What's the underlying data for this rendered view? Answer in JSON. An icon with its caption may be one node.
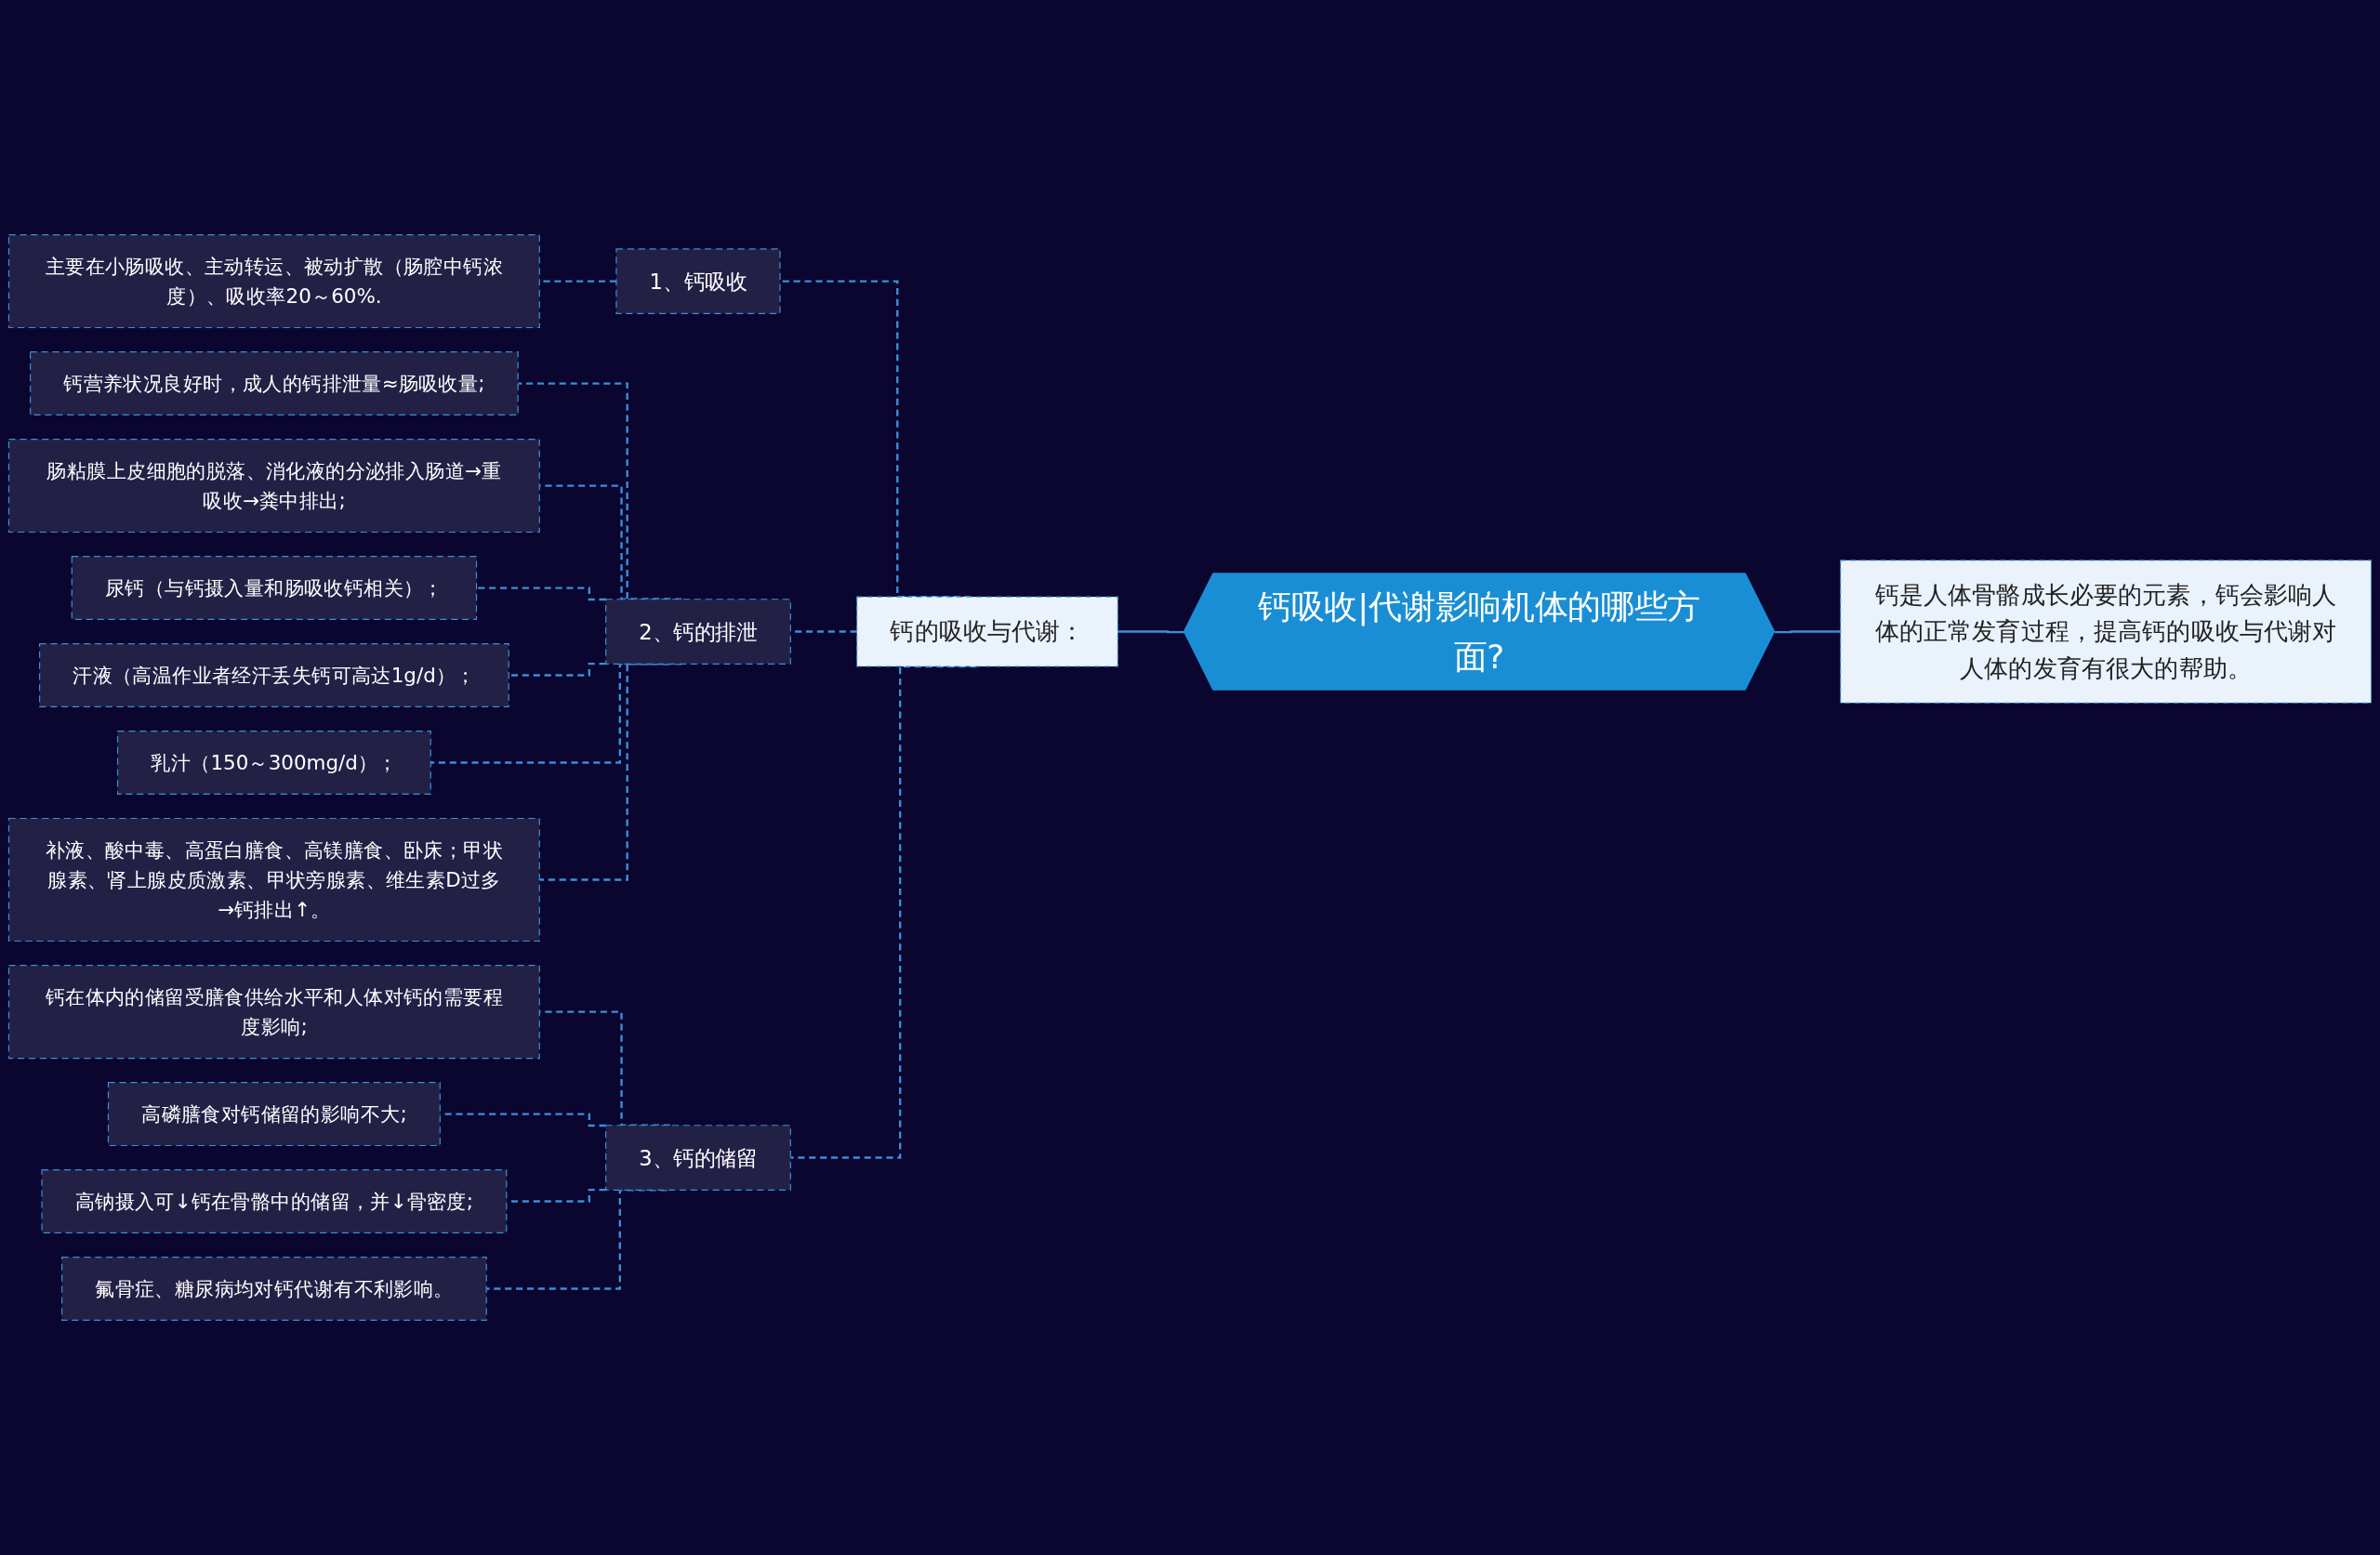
{
  "diagram": {
    "nodes": [
      {
        "text": [
          "钙吸收|代谢影响机体的哪些方面?"
        ]
      },
      {
        "text": [
          "钙是人体骨骼成长必要的元素，钙会影响人体的正常发育过程，提高钙的吸收与代谢对人体的发育有很大的帮助。"
        ]
      },
      {
        "text": [
          "钙的吸收与代谢："
        ]
      },
      {
        "text": [
          "1、钙吸收"
        ]
      },
      {
        "text": [
          "主要在小肠吸收、主动转运、被动扩散（肠腔中钙浓度）、吸收率20～60%."
        ]
      },
      {
        "text": [
          "2、钙的排泄"
        ]
      },
      {
        "text": [
          "钙营养状况良好时，成人的钙排泄量≈肠吸收量;"
        ]
      },
      {
        "text": [
          "肠粘膜上皮细胞的脱落、消化液的分泌排入肠道→重吸收→粪中排出;"
        ]
      },
      {
        "text": [
          "尿钙（与钙摄入量和肠吸收钙相关）；"
        ]
      },
      {
        "text": [
          "汗液（高温作业者经汗丢失钙可高达1g/d）；"
        ]
      },
      {
        "text": [
          "乳汁（150～300mg/d）；"
        ]
      },
      {
        "text": [
          "补液、酸中毒、高蛋白膳食、高镁膳食、卧床；甲状腺素、肾上腺皮质激素、甲状旁腺素、维生素D过多→钙排出↑。"
        ]
      },
      {
        "text": [
          "3、钙的储留"
        ]
      },
      {
        "text": [
          "钙在体内的储留受膳食供给水平和人体对钙的需要程度影响;"
        ]
      },
      {
        "text": [
          "高磷膳食对钙储留的影响不大;"
        ]
      },
      {
        "text": [
          "高钠摄入可↓钙在骨骼中的储留，并↓骨密度;"
        ]
      },
      {
        "text": [
          "氟骨症、糖尿病均对钙代谢有不利影响。"
        ]
      }
    ],
    "edges": [
      {
        "from": 0,
        "to": 1,
        "arrow": "none"
      },
      {
        "from": 0,
        "to": 2,
        "arrow": "none"
      },
      {
        "from": 2,
        "to": 3,
        "arrow": "none",
        "style": "dashed"
      },
      {
        "from": 3,
        "to": 4,
        "arrow": "none",
        "style": "dashed"
      },
      {
        "from": 2,
        "to": 5,
        "arrow": "none",
        "style": "dashed"
      },
      {
        "from": 5,
        "to": 6,
        "arrow": "none",
        "style": "dashed"
      },
      {
        "from": 5,
        "to": 7,
        "arrow": "none",
        "style": "dashed"
      },
      {
        "from": 5,
        "to": 8,
        "arrow": "none",
        "style": "dashed"
      },
      {
        "from": 5,
        "to": 9,
        "arrow": "none",
        "style": "dashed"
      },
      {
        "from": 5,
        "to": 10,
        "arrow": "none",
        "style": "dashed"
      },
      {
        "from": 5,
        "to": 11,
        "arrow": "none",
        "style": "dashed"
      },
      {
        "from": 2,
        "to": 12,
        "arrow": "none",
        "style": "dashed"
      },
      {
        "from": 12,
        "to": 13,
        "arrow": "none",
        "style": "dashed"
      },
      {
        "from": 12,
        "to": 14,
        "arrow": "none",
        "style": "dashed"
      },
      {
        "from": 12,
        "to": 15,
        "arrow": "none",
        "style": "dashed"
      },
      {
        "from": 12,
        "to": 16,
        "arrow": "none",
        "style": "dashed"
      }
    ]
  }
}
